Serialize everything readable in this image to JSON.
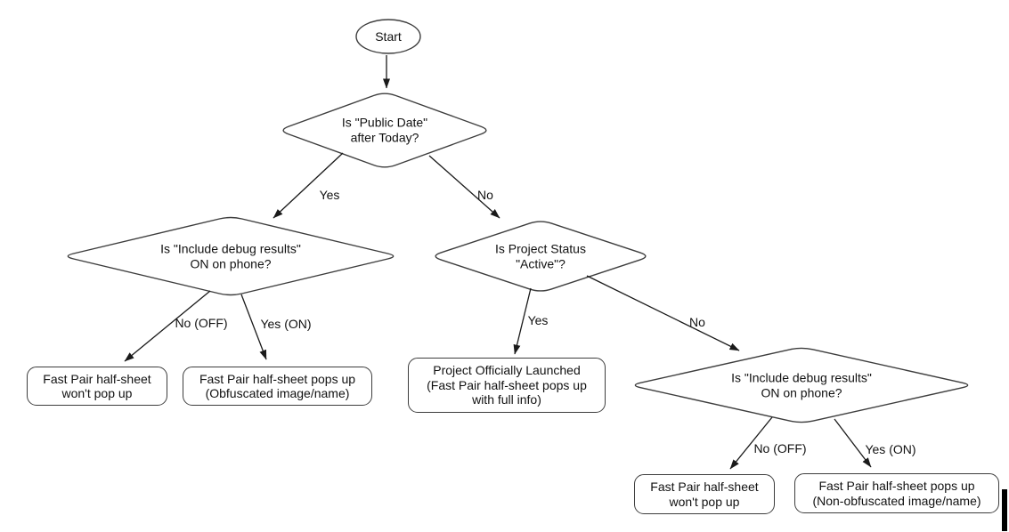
{
  "diagram": {
    "nodes": {
      "start": {
        "label": "Start"
      },
      "d_public_date": {
        "label": "Is \"Public Date\"\nafter Today?"
      },
      "d_debug_left": {
        "label": "Is \"Include debug results\"\nON on phone?"
      },
      "d_project_status": {
        "label": "Is Project Status\n\"Active\"?"
      },
      "d_debug_right": {
        "label": "Is \"Include debug results\"\nON on phone?"
      },
      "box_no_popup_left": {
        "label": "Fast Pair half-sheet\nwon't pop up"
      },
      "box_obfuscated": {
        "label": "Fast Pair half-sheet pops up\n(Obfuscated image/name)"
      },
      "box_launched": {
        "label": "Project Officially Launched\n(Fast Pair half-sheet pops up\nwith full info)"
      },
      "box_no_popup_right": {
        "label": "Fast Pair half-sheet\nwon't pop up"
      },
      "box_non_obfuscated": {
        "label": "Fast Pair half-sheet pops up\n(Non-obfuscated image/name)"
      }
    },
    "edge_labels": {
      "yes1": "Yes",
      "no1": "No",
      "no_off_1": "No (OFF)",
      "yes_on_1": "Yes (ON)",
      "yes2": "Yes",
      "no2": "No",
      "no_off_2": "No (OFF)",
      "yes_on_2": "Yes (ON)"
    },
    "colors": {
      "stroke": "#3d3d3d",
      "arrow": "#1a1a1a",
      "text": "#111111",
      "background": "#ffffff"
    }
  }
}
